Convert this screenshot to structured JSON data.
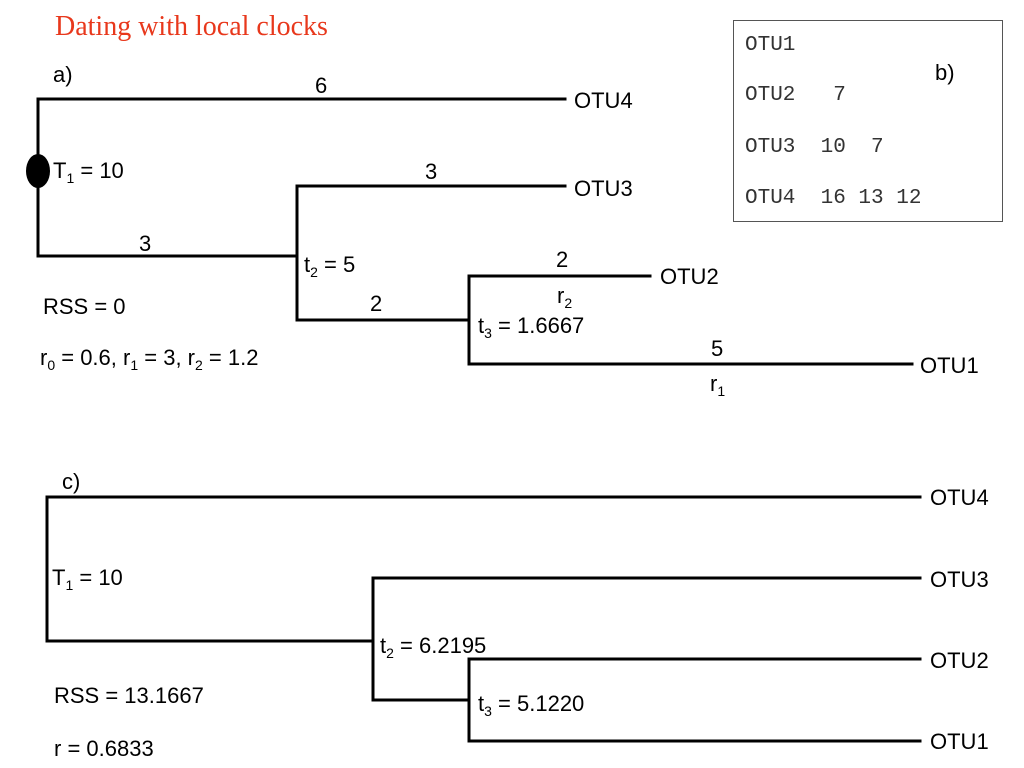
{
  "title": "Dating with local clocks",
  "panel_a": {
    "label": "a)",
    "branch_root_otu4": "6",
    "branch_root_t2": "3",
    "branch_t2_otu3": "3",
    "branch_t2_t3": "2",
    "branch_t3_otu2": "2",
    "branch_t3_otu1": "5",
    "otu4": "OTU4",
    "otu3": "OTU3",
    "otu2": "OTU2",
    "otu1": "OTU1",
    "T1": {
      "main": "T",
      "sub": "1",
      "rest": " = 10"
    },
    "t2": {
      "main": "t",
      "sub": "2",
      "rest": " = 5"
    },
    "t3": {
      "main": "t",
      "sub": "3",
      "rest": " = 1.6667"
    },
    "r2": {
      "main": "r",
      "sub": "2"
    },
    "r1": {
      "main": "r",
      "sub": "1"
    },
    "rss": "RSS = 0",
    "rates": {
      "p1": "r",
      "s1": "0",
      "p2": " = 0.6, r",
      "s2": "1",
      "p3": " = 3, r",
      "s3": "2",
      "p4": " = 1.2"
    }
  },
  "panel_b": {
    "label": "b)",
    "rows": [
      "OTU1",
      "OTU2   7",
      "OTU3  10  7",
      "OTU4  16 13 12"
    ]
  },
  "panel_c": {
    "label": "c)",
    "otu4": "OTU4",
    "otu3": "OTU3",
    "otu2": "OTU2",
    "otu1": "OTU1",
    "T1": {
      "main": "T",
      "sub": "1",
      "rest": " = 10"
    },
    "t2": {
      "main": "t",
      "sub": "2",
      "rest": " = 6.2195"
    },
    "t3": {
      "main": "t",
      "sub": "3",
      "rest": " = 5.1220"
    },
    "rss": "RSS = 13.1667",
    "rate": "r = 0.6833"
  }
}
